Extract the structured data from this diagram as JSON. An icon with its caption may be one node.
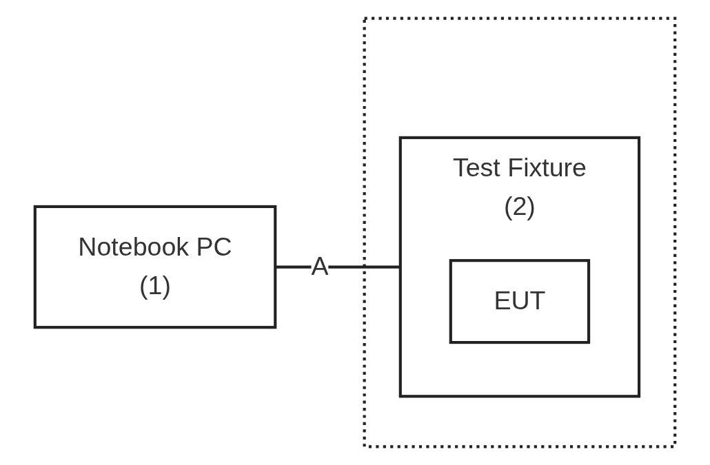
{
  "diagram": {
    "nodes": [
      {
        "text": [],
        "shape": "box"
      },
      {
        "text": [
          "Notebook PC",
          "(1)"
        ]
      },
      {
        "text": [
          "Test Fixture",
          "(2)"
        ],
        "in": 0
      },
      {
        "text": [
          "EUT"
        ],
        "in": 2
      }
    ],
    "edges": [
      {
        "from": 1,
        "to": 2,
        "label": "A",
        "arrow": "none"
      }
    ]
  }
}
